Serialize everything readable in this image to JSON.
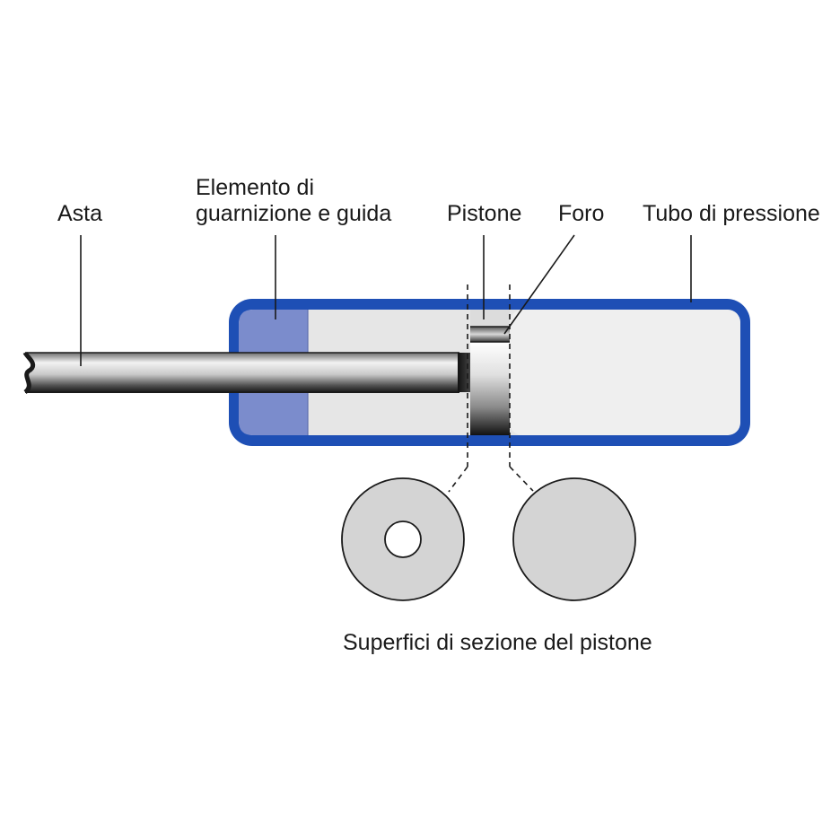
{
  "labels": {
    "rod": "Asta",
    "seal_line1": "Elemento di",
    "seal_line2": "guarnizione e guida",
    "piston": "Pistone",
    "hole": "Foro",
    "tube": "Tubo di pressione",
    "sections": "Superfici di sezione del pistone"
  },
  "colors": {
    "tube_outline": "#1e4fb5",
    "seal_guide": "#7b8ccc",
    "chamber": "#e6e6e6",
    "section_disc": "#d4d4d4",
    "hole_center": "#ffffff",
    "line": "#1a1a1a"
  }
}
